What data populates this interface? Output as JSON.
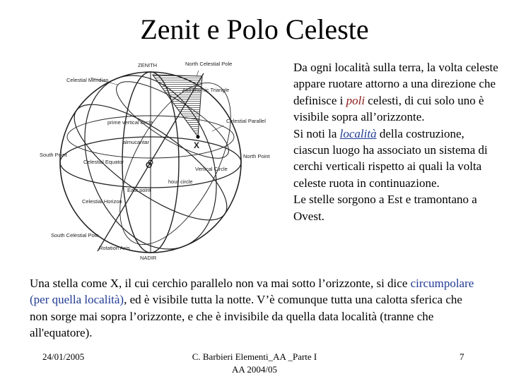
{
  "title": "Zenit e Polo Celeste",
  "diagram": {
    "labels": {
      "zenith": "ZENITH",
      "north_celestial_pole": "North Celestial Pole",
      "celestial_meridian": "Celestial Meridian",
      "astronomic_triangle": "Astronomic Triangle",
      "prime_vertical_circle": "prime vertical circle",
      "celestial_parallel": "Celestial Parallel",
      "almucantar": "almucantar",
      "south_point": "South Point",
      "north_point": "North Point",
      "celestial_equator": "Celestial Equator",
      "vertical_circle": "Vertical Circle",
      "hour_circle": "hour circle",
      "east_point": "East point",
      "celestial_horizon": "Celestial Horizon",
      "south_celestial_pole": "South Celestial Pole",
      "rotation_axis": "Rotation Axis",
      "nadir": "NADIR",
      "star_x": "X",
      "center_o": "O"
    }
  },
  "side_text": {
    "p1_a": "Da ogni località sulla terra, la volta celeste appare ruotare attorno a una direzione che definisce i ",
    "p1_poli": "poli",
    "p1_b": " celesti, di cui solo uno è visibile sopra all’orizzonte.",
    "p2_a": "Si noti la ",
    "p2_localita": "località",
    "p2_b": " della costruzione, ciascun luogo ha associato un sistema di cerchi verticali rispetto ai quali la volta celeste ruota in continuazione.",
    "p3": "Le stelle sorgono a Est e tramontano a Ovest."
  },
  "bottom_text": {
    "a": "Una stella come X, il cui cerchio parallelo non va mai sotto l’orizzonte, si dice ",
    "circumpolare": "circumpolare (per quella località)",
    "b": ", ed è visibile tutta la notte. V’è comunque tutta una calotta sferica che non sorge mai sopra l’orizzonte, e che è invisibile da quella data località (tranne che all'equatore)."
  },
  "footer": {
    "date": "24/01/2005",
    "author_line1": "C. Barbieri Elementi_AA _Parte I",
    "author_line2": "AA 2004/05",
    "page": "7"
  }
}
